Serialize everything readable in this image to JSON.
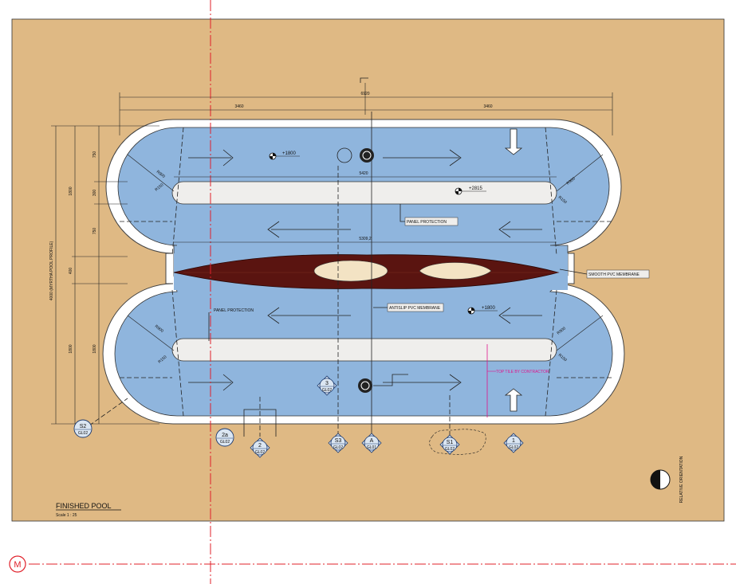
{
  "colors": {
    "sand": "#dfb984",
    "water": "#8fb5dd",
    "coping": "#ffffff",
    "island": "#efeeec",
    "axis_red": "#e0202a",
    "tile_note": "#e0148c",
    "membrane_dark": "#5a1410",
    "cream": "#f3e3c4"
  },
  "dimensions": {
    "total_width": "6920",
    "half_left": "3460",
    "half_right": "3460",
    "island_length": "5420",
    "channel_length": "5309,2",
    "total_height": "4000 (MYRTHA POOL PROFILE)",
    "h_1800_a": "1800",
    "h_750_a": "750",
    "h_300": "300",
    "h_750_b": "750",
    "h_400": "400",
    "h_1800_b": "1800",
    "h_1800_c": "1800",
    "r_outer": "R900",
    "r_inner": "R150"
  },
  "levels": {
    "top": "+1800",
    "island": "+2815",
    "bottom": "+1800"
  },
  "labels": {
    "panel_protection_top": "PANEL PROTECTION",
    "panel_protection_bottom": "PANEL PROTECTION",
    "smooth_pvc": "SMOOTH PVC MEMBRANE",
    "antislip_pvc": "ANTISLIP PVC MEMBRANE",
    "top_tile": "TOP TILE BY CONTRACTOR",
    "title": "FINISHED POOL",
    "scale": "Scale 1 : 25",
    "orientation": "RELATIVE ORIENTATION",
    "grid_axis": "M"
  },
  "section_markers": [
    {
      "id": "S2",
      "sheet": "GL02"
    },
    {
      "id": "2a",
      "sheet": "GL02"
    },
    {
      "id": "2",
      "sheet": "GL02"
    },
    {
      "id": "S3",
      "sheet": "GL02"
    },
    {
      "id": "A",
      "sheet": "GL01"
    },
    {
      "id": "S1",
      "sheet": "GL02"
    },
    {
      "id": "1",
      "sheet": "GL02"
    },
    {
      "id": "3",
      "sheet": "GL02"
    }
  ]
}
